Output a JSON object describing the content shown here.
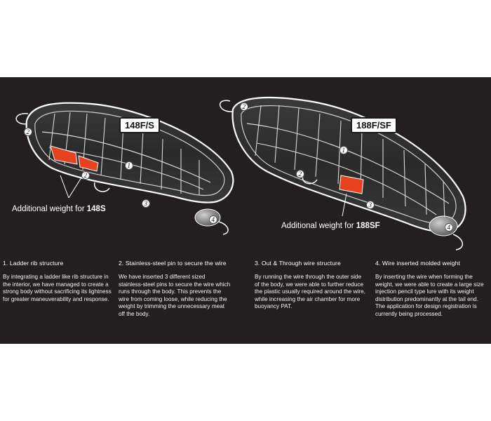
{
  "lures": [
    {
      "model_badge": "148F/S",
      "callout_prefix": "Additional weight for ",
      "callout_model": "148S"
    },
    {
      "model_badge": "188F/SF",
      "callout_prefix": "Additional weight for ",
      "callout_model": "188SF"
    }
  ],
  "markers": [
    "1",
    "2",
    "3",
    "4"
  ],
  "features": [
    {
      "heading": "1. Ladder rib structure",
      "body": "By integrating a ladder like rib structure in the interior, we have managed to create a strong body without sacrificing its lightness for greater maneuverability and response."
    },
    {
      "heading": "2. Stainless-steel pin to secure the wire",
      "body": "We have inserted 3 different sized stainless-steel pins to secure the wire which runs through the body. This prevents the wire from coming loose, while reducing the weight by trimming the unnecessary meat off the body."
    },
    {
      "heading": "3. Out & Through wire structure",
      "body": "By running the wire through the outer side of the body, we were able to further reduce the plastic usually required around the wire, while increasing the air chamber for more buoyancy PAT."
    },
    {
      "heading": "4. Wire inserted molded weight",
      "body": "By inserting the wire when forming the weight, we were able to create a large size injection pencil type lure with its weight distribution predominantly at the tail end. The application for design registration is currently being processed."
    }
  ],
  "colors": {
    "panel": "#231f20",
    "weight": "#e8411e",
    "body_outline": "#ffffff",
    "tail_weight": "#8a8a8a"
  }
}
